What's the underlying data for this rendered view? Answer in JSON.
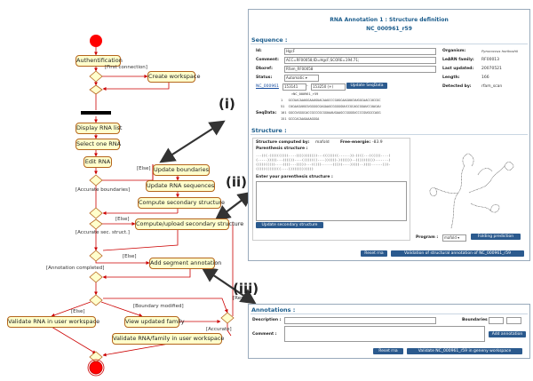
{
  "diagram": {
    "activities": {
      "authentification": "Authentification",
      "create_workspace": "Create workspace",
      "display_rna_list": "Display RNA list",
      "select_one_rna": "Select one RNA",
      "edit_rna": "Edit RNA",
      "update_boundaries": "Update boundaries",
      "update_rna_sequences": "Update RNA sequences",
      "compute_secondary": "Compute secondary structure",
      "compute_upload": "Compute/upload secondary structure",
      "add_segment": "Add segment annotation",
      "validate_rna": "Validate RNA in user workspace",
      "view_updated_family": "View updated family",
      "validate_family": "Validate RNA/family in user workspace"
    },
    "guards": {
      "first_connection": "[First connection]",
      "else1": "[Else]",
      "accurate_boundaries": "[Accurate boundaries]",
      "else2": "[Else]",
      "accurate_sec": "[Accurate sec. struct.]",
      "else3": "[Else]",
      "annotation_completed": "[Annotation completed]",
      "else4": "[Else]",
      "boundary_modified": "[Boundary modified]",
      "reset": "[Reset]",
      "accurate": "[Accurate]"
    },
    "callouts": {
      "i": "(i)",
      "ii": "(ii)",
      "iii": "(iii)"
    }
  },
  "panel1": {
    "title_line1": "RNA Annotation 1 : Structure definition",
    "title_line2": "NC_000961_r59",
    "sequence_heading": "Sequence :",
    "id_label": "Id:",
    "id_value": "HgcF",
    "comment_label": "Comment:",
    "comment_value": "ACC=RF00058;ID=HgcF;SCORE=194.71;",
    "dbxref_label": "Dbxref:",
    "dbxref_value": "Rfam_RF00058",
    "status_label": "Status:",
    "status_value": "Automatic",
    "acc_link": "NC_000961",
    "start_value": "153141",
    "end_value": "153250 (+)",
    "update_seqdata": "Update SeqData",
    "seqdata_label": "SeqData:",
    "seq_header": ">NC_000961_r59",
    "seq_lines": [
      "1   GCCUACAAUGGAAUGUACAAGCCCGUGCAAGUUCUUGGCAACCUCCGC",
      "51  CUCAAGUUGCUGGGGCGAGAAGCGGGGGUUCCGCAGCGGAUCCUACAU",
      "101 GGCCUGGGCACCGCCCGCGGUAAUGAAGCCGGGGUCCCCGUGGCCAGG",
      "151 GCCCACAAGAAAGGGA"
    ],
    "organism_label": "Organism:",
    "organism_value": "Pyrococcus horikoshii",
    "larn_label": "LeARN family:",
    "larn_value": "RF00013",
    "updated_label": "Last updated:",
    "updated_value": "20070521",
    "length_label": "Length:",
    "length_value": "166",
    "detected_label": "Detected by:",
    "detected_value": "rfam_scan",
    "structure_heading": "Structure :",
    "computed_label": "Structure computed by:",
    "computed_value": "mafold",
    "energy_label": "Free-energie:",
    "energy_value": "-83.9",
    "paren_label": "Parenthesis structure :",
    "paren_lines": [
      "...(((.((((((((((....)))))))))))...((((((((......)).((((...((((((....(",
      "(.....)))))...))))))....((((((((....)))))).)))))))..)))))))))).......)",
      "((((((((((....))))...)))))...(((((......)))))....)))))..))))......))).",
      "(((((((((((((....)))))))))))))"
    ],
    "enter_label": "Enter your parenthesis structure :",
    "update_secondary": "Update secondary structure",
    "program_label": "Program :",
    "program_value": "mafold",
    "folding_button": "Folding prediction",
    "reset_button": "Reset rna",
    "validation_button": "Validation of structural annotation of NC_000961_r59"
  },
  "panel2": {
    "heading": "Annotations :",
    "description_label": "Description :",
    "boundaries_label": "Boundaries :",
    "comment_label": "Comment :",
    "add_button": "Add annotation",
    "reset_button": "Reset rna",
    "validate_button": "Validate NC_000961_r59 in geneny workspace"
  },
  "colors": {
    "activity_fill": "#ffffcc",
    "activity_border": "#b5651d",
    "flow_arrow": "#cc0000",
    "start_end": "#ff0000",
    "panel_title": "#1a5c8c",
    "button": "#2b5a8e"
  }
}
